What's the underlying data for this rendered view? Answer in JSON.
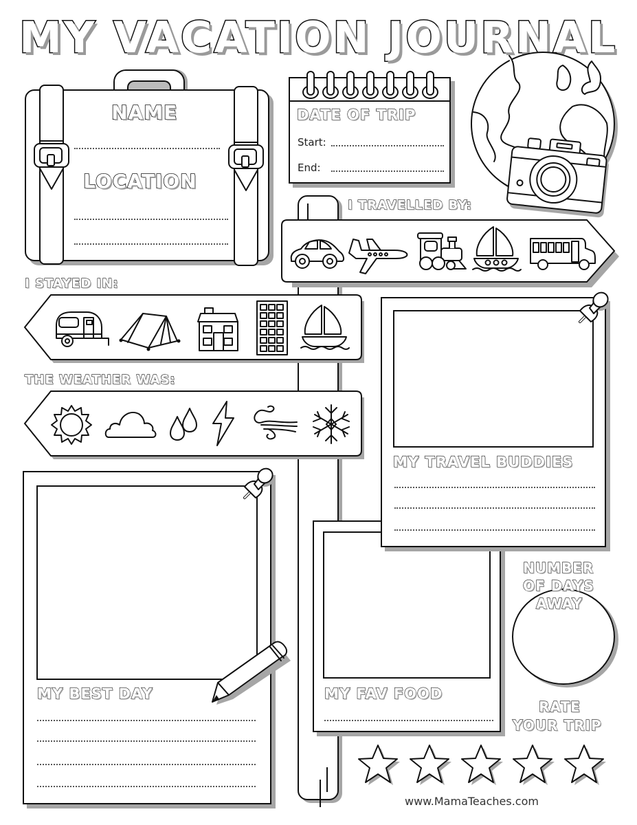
{
  "page": {
    "title": "MY VACATION JOURNAL",
    "footer_url": "www.MamaTeaches.com"
  },
  "suitcase": {
    "name_label": "NAME",
    "location_label": "LOCATION",
    "name_lines": 1,
    "location_lines": 2
  },
  "date_of_trip": {
    "heading": "DATE OF TRIP",
    "start_label": "Start:",
    "end_label": "End:"
  },
  "travelled_by": {
    "heading": "I TRAVELLED BY:",
    "options": [
      {
        "icon": "car-icon",
        "label": "car"
      },
      {
        "icon": "airplane-icon",
        "label": "airplane"
      },
      {
        "icon": "train-icon",
        "label": "train"
      },
      {
        "icon": "sailboat-icon",
        "label": "boat"
      },
      {
        "icon": "bus-icon",
        "label": "bus"
      }
    ]
  },
  "stayed_in": {
    "heading": "I STAYED IN:",
    "options": [
      {
        "icon": "camper-trailer-icon",
        "label": "camper"
      },
      {
        "icon": "tent-icon",
        "label": "tent"
      },
      {
        "icon": "house-icon",
        "label": "house"
      },
      {
        "icon": "hotel-building-icon",
        "label": "hotel"
      },
      {
        "icon": "sailboat-icon",
        "label": "boat"
      }
    ]
  },
  "weather": {
    "heading": "THE WEATHER WAS:",
    "options": [
      {
        "icon": "sun-icon",
        "label": "sunny"
      },
      {
        "icon": "cloud-icon",
        "label": "cloudy"
      },
      {
        "icon": "raindrops-icon",
        "label": "rainy"
      },
      {
        "icon": "lightning-icon",
        "label": "stormy"
      },
      {
        "icon": "wind-icon",
        "label": "windy"
      },
      {
        "icon": "snowflake-icon",
        "label": "snowy"
      }
    ]
  },
  "travel_buddies": {
    "heading": "MY TRAVEL BUDDIES",
    "lines": 3
  },
  "best_day": {
    "heading": "MY BEST DAY",
    "lines": 4
  },
  "fav_food": {
    "heading": "MY FAV FOOD",
    "lines": 1
  },
  "days_away": {
    "heading_lines": [
      "NUMBER",
      "OF DAYS",
      "AWAY"
    ]
  },
  "rate_trip": {
    "heading_lines": [
      "RATE",
      "YOUR TRIP"
    ],
    "stars": 5
  },
  "colors": {
    "ink": "#111111",
    "shadow": "#a6a6a6",
    "paper": "#ffffff"
  }
}
